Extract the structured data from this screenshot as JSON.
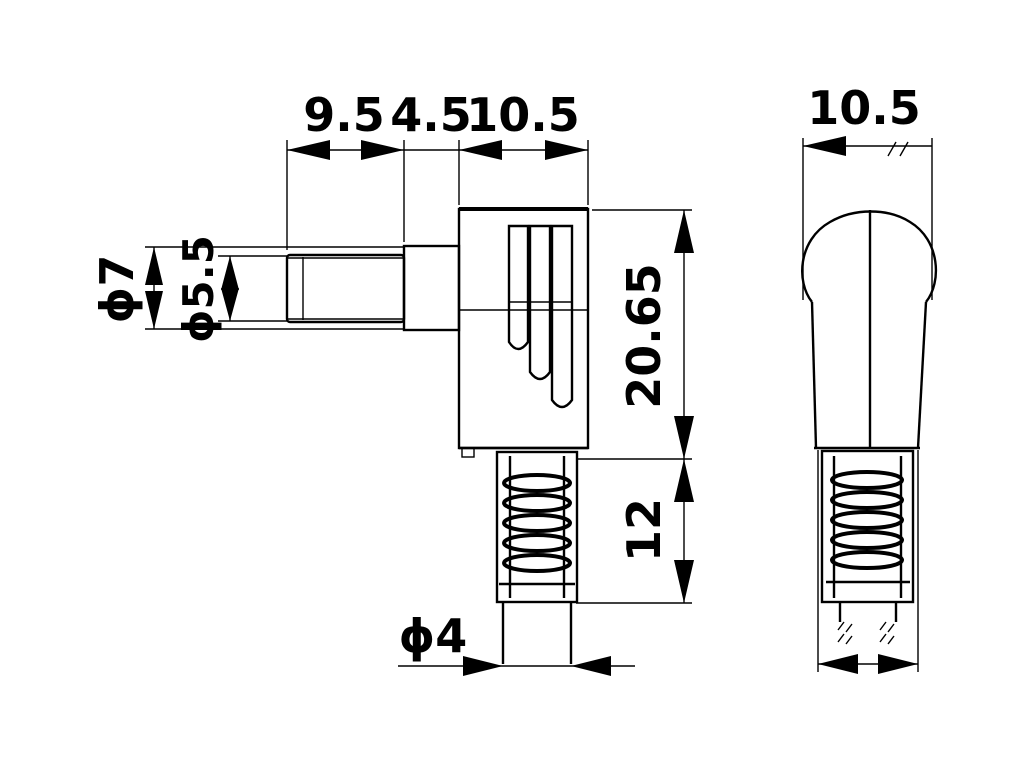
{
  "dimensions": {
    "pin_len": "9.5",
    "collar_len": "4.5",
    "body_width": "10.5",
    "side_width": "10.5",
    "dia_7": "ϕ7",
    "dia_5_5": "ϕ5.5",
    "body_height": "20.65",
    "sleeve_len": "12",
    "dia_4": "ϕ4"
  }
}
